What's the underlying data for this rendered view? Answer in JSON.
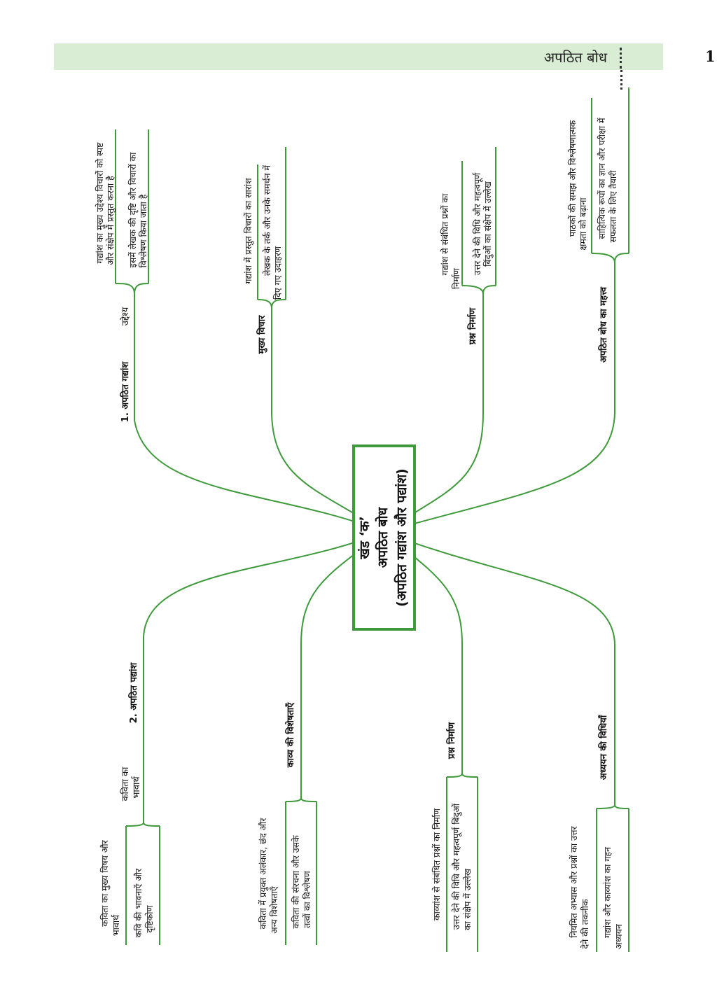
{
  "header": {
    "title": "अपठित बोध",
    "page_number": "1"
  },
  "center": {
    "line1": "खंड ‘क’",
    "line2": "अपठित बोध",
    "line3": "(अपठित गद्यांश और पद्यांश)"
  },
  "branches": {
    "b1": {
      "label": "1. अपठित गद्यांश",
      "sub": "उद्देश्य",
      "leaf1a": "गद्यांश का मुख्य उद्देश्य विचारों को स्पष्ट",
      "leaf1b": "और संक्षेप में प्रस्तुत करना है",
      "leaf2a": "इसमें लेखक की दृष्टि और विचारों का",
      "leaf2b": "विश्लेषण किया जाता है"
    },
    "b2": {
      "label": "मुख्य विचार",
      "leaf1a": "गद्यांश में प्रस्तुत विचारों का सारांश",
      "leaf2a": "लेखक के तर्क और उनके समर्थन में",
      "leaf2b": "दिए गए उदाहरण"
    },
    "b3": {
      "label": "प्रश्न निर्माण",
      "leaf1a": "गद्यांश से संबंधित प्रश्नों का",
      "leaf1b": "निर्माण",
      "leaf2a": "उत्तर देने की विधि और महत्वपूर्ण",
      "leaf2b": "बिंदुओं का संक्षेप में उल्लेख"
    },
    "b4": {
      "label": "अपठित बोध का महत्त्व",
      "leaf1a": "पाठकों की समझ और विश्लेषणात्मक",
      "leaf1b": "क्षमता को बढ़ाना",
      "leaf2a": "साहित्यिक रूपों का ज्ञान और परीक्षा में",
      "leaf2b": "सफलता के लिए तैयारी"
    },
    "b5": {
      "label": "2. अपठित पद्यांश",
      "sub1": "कविता का",
      "sub2": "भावार्थ",
      "leaf1a": "कविता का मुख्य विषय और",
      "leaf1b": "भावार्थ",
      "leaf2a": "कवि की भावनाएँ और",
      "leaf2b": "दृष्टिकोण"
    },
    "b6": {
      "label": "काव्य की विशेषताएँ",
      "leaf1a": "कविता में प्रयुक्त अलंकार, छंद और",
      "leaf1b": "अन्य विशेषताएँ",
      "leaf2a": "कविता की संरचना और उसके",
      "leaf2b": "तत्वों का विश्लेषण"
    },
    "b7": {
      "label": "प्रश्न निर्माण",
      "leaf1a": "काव्यांश से संबंधित प्रश्नों का निर्माण",
      "leaf2a": "उत्तर देने की विधि और महत्वपूर्ण बिंदुओं",
      "leaf2b": "का संक्षेप में उल्लेख"
    },
    "b8": {
      "label": "अध्ययन की विधियाँ",
      "leaf1a": "नियमित अभ्यास और प्रश्नों का उत्तर",
      "leaf1b": "देने की तकनीक",
      "leaf2a": "गद्यांश और काव्यांश का गहन",
      "leaf2b": "अध्ययन"
    }
  },
  "colors": {
    "line": "#3f9a3c",
    "header_bg": "#d9ecd4"
  }
}
